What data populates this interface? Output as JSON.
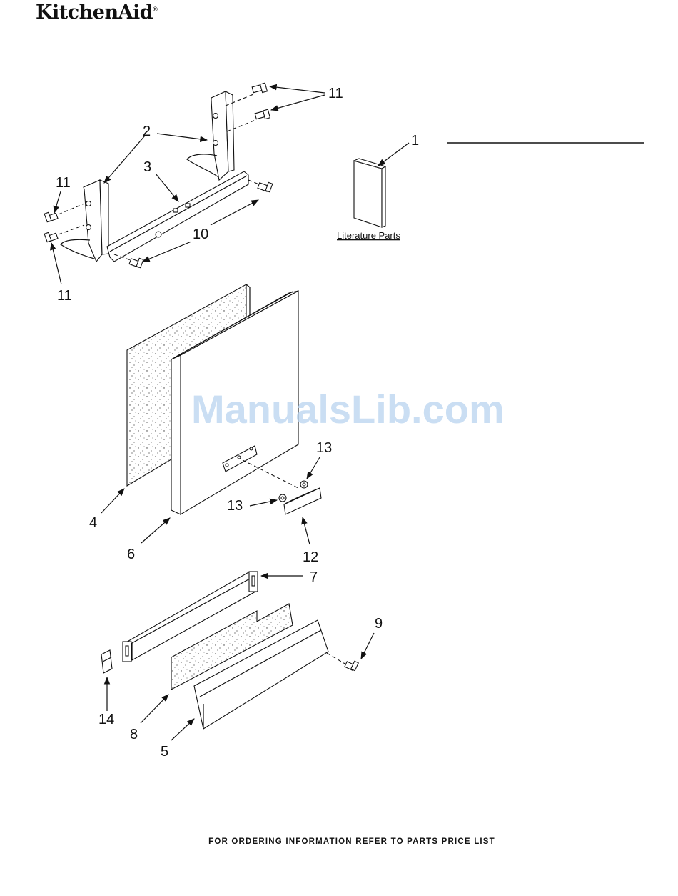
{
  "header": {
    "brand": "KitchenAid",
    "trademark": "®"
  },
  "literature_label": "Literature Parts",
  "watermark": "ManualsLib.com",
  "footer": "FOR ORDERING INFORMATION REFER TO PARTS PRICE LIST",
  "callouts": {
    "c1": "1",
    "c2": "2",
    "c3": "3",
    "c4": "4",
    "c5": "5",
    "c6": "6",
    "c7": "7",
    "c8": "8",
    "c9": "9",
    "c10": "10",
    "c11_top": "11",
    "c11_left_upper": "11",
    "c11_left_lower": "11",
    "c12": "12",
    "c13_upper": "13",
    "c13_lower": "13",
    "c14": "14"
  },
  "colors": {
    "ink": "#111111",
    "watermark": "#b9d4ef"
  }
}
